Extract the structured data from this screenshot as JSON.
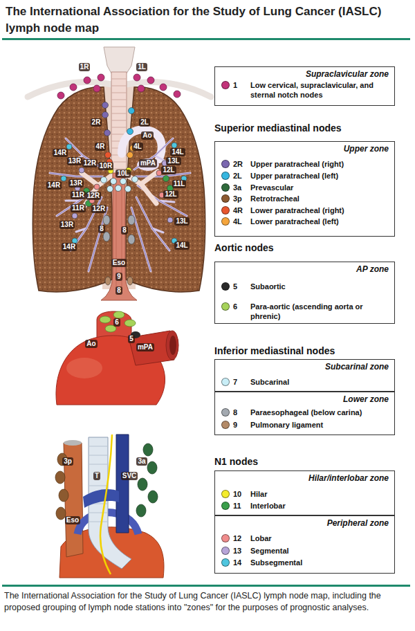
{
  "diagram": {
    "title": "The International Association for the Study of Lung Cancer (IASLC) lymph node map",
    "caption": "The International Association for the Study of Lung Cancer (IASLC) lymph node map, including the proposed grouping of lymph node stations into \"zones\" for the purposes of prognostic analyses.",
    "nodes": [
      {
        "text": [
          "Supraclavicular zone"
        ]
      },
      {
        "text": [
          "Upper zone"
        ]
      },
      {
        "text": [
          "AP zone"
        ]
      },
      {
        "text": [
          "Subcarinal zone"
        ]
      },
      {
        "text": [
          "Lower zone"
        ]
      },
      {
        "text": [
          "Hilar/interlobar zone"
        ]
      },
      {
        "text": [
          "Peripheral zone"
        ]
      }
    ],
    "labels": [
      "1R",
      "1L",
      "2R",
      "2L",
      "Ao",
      "4R",
      "4L",
      "14R",
      "14L",
      "13R",
      "12R",
      "mPA",
      "13L",
      "10R",
      "10L",
      "12L",
      "14R",
      "13R",
      "11L",
      "11R",
      "12R",
      "12L",
      "11R",
      "12R",
      "13R",
      "13L",
      "8",
      "8",
      "14R",
      "14L",
      "Eso",
      "9",
      "8",
      "6",
      "Ao",
      "5",
      "mPA",
      "3p",
      "3a",
      "T",
      "SVC",
      "Eso",
      "Superior mediastinal nodes",
      "Aortic nodes",
      "Inferior mediastinal nodes",
      "N1 nodes",
      "1",
      "2R",
      "2L",
      "3a",
      "3p",
      "4R",
      "4L",
      "5",
      "6",
      "7",
      "8",
      "9",
      "10",
      "11",
      "12",
      "13",
      "14"
    ],
    "legend": [
      {
        "text": "Low cervical, supraclavicular, and sternal notch nodes",
        "color": "#c2337a"
      },
      {
        "text": "Upper paratracheal (right)",
        "color": "#7b68b0"
      },
      {
        "text": "Upper paratracheal (left)",
        "color": "#35b6e0"
      },
      {
        "text": "Prevascular",
        "color": "#2f6a3c"
      },
      {
        "text": "Retrotracheal",
        "color": "#8c5a30"
      },
      {
        "text": "Lower paratracheal (right)",
        "color": "#e8562e"
      },
      {
        "text": "Lower paratracheal (left)",
        "color": "#f5a53c"
      },
      {
        "text": "Subaortic",
        "color": "#2a2a2a"
      },
      {
        "text": "Para-aortic (ascending aorta or phrenic)",
        "color": "#a6d35a"
      },
      {
        "text": "Subcarinal",
        "color": "#c9eef7"
      },
      {
        "text": "Paraesophageal (below carina)",
        "color": "#a3a9b0"
      },
      {
        "text": "Pulmonary ligament",
        "color": "#b38a67"
      },
      {
        "text": "Hilar",
        "color": "#f4ec2c"
      },
      {
        "text": "Interlobar",
        "color": "#3a9e4a"
      },
      {
        "text": "Lobar",
        "color": "#f08c8c"
      },
      {
        "text": "Segmental",
        "color": "#b7a5d8"
      },
      {
        "text": "Subsegmental",
        "color": "#4fc6df"
      }
    ]
  }
}
